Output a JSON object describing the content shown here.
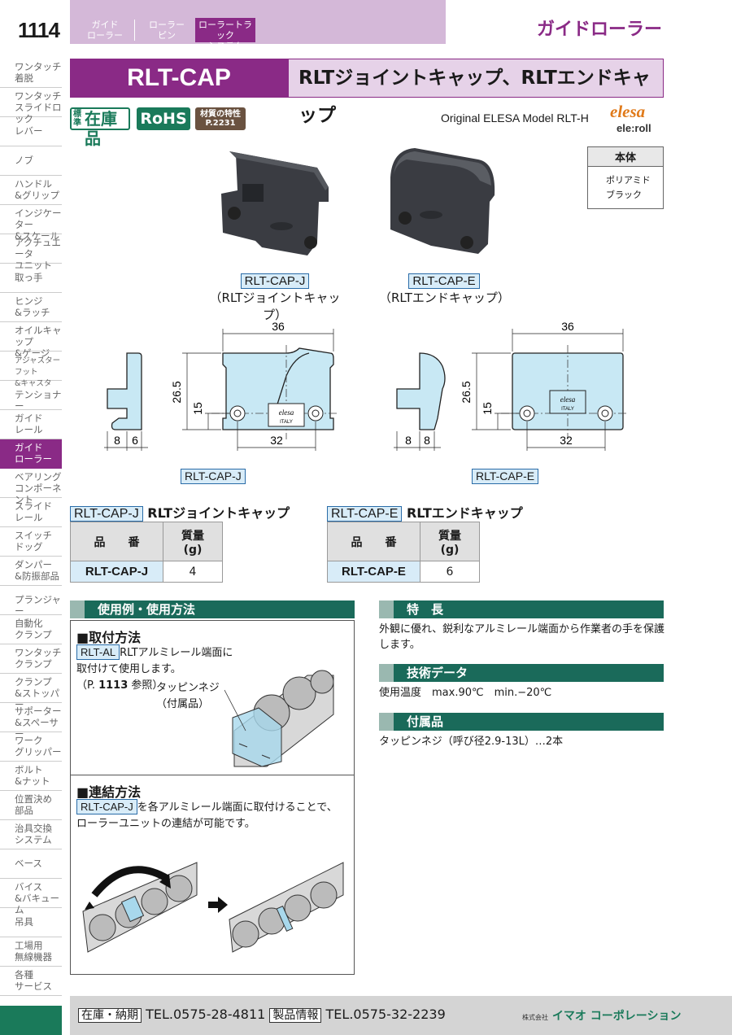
{
  "header": {
    "page_number": "1114",
    "tabs": [
      "ガイド\nローラー",
      "ローラー\nピン",
      "ローラートラック\nシステム"
    ],
    "active_tab": 2,
    "category": "ガイドローラー"
  },
  "sidebar": {
    "items": [
      "ワンタッチ\n着脱",
      "ワンタッチ\nスライドロック",
      "レバー",
      "ノブ",
      "ハンドル\n&グリップ",
      "インジケーター\n&スケール",
      "アクチュエータ\nユニット",
      "取っ手",
      "ヒンジ\n&ラッチ",
      "オイルキャップ\n&ゲージ",
      "アジャスター\nフット\n&キャスタ",
      "テンショナー",
      "ガイド\nレール",
      "ガイド\nローラー",
      "ベアリング\nコンポーネント",
      "スライド\nレール",
      "スイッチ\nドッグ",
      "ダンパー\n&防振部品",
      "プランジャー",
      "自動化\nクランプ",
      "ワンタッチ\nクランプ",
      "クランプ\n&ストッパー",
      "サポーター\n&スペーサー",
      "ワーク\nグリッパー",
      "ボルト\n&ナット",
      "位置決め\n部品",
      "治具交換\nシステム",
      "ベース",
      "バイス\n&バキューム",
      "吊具",
      "工場用\n無線機器",
      "各種\nサービス"
    ],
    "active_index": 13
  },
  "title": {
    "code": "RLT-CAP",
    "name": "RLTジョイントキャップ、RLTエンドキャップ"
  },
  "badges": {
    "stock_small": "標準",
    "stock": "在庫品",
    "rohs": "RoHS",
    "material_line1": "材質の特性",
    "material_line2": "P.2231"
  },
  "original_model": "Original ELESA Model RLT-H",
  "logo": {
    "line1": "elesa",
    "line2": "ele:roll"
  },
  "body_table": {
    "header": "本体",
    "line1": "ポリアミド",
    "line2": "ブラック"
  },
  "products": [
    {
      "code": "RLT-CAP-J",
      "name": "（RLTジョイントキャップ）"
    },
    {
      "code": "RLT-CAP-E",
      "name": "（RLTエンドキャップ）"
    }
  ],
  "drawing_j": {
    "width": "36",
    "height": "26.5",
    "hole": "15",
    "bottom": "32",
    "side1": "8",
    "side2": "6",
    "label": "RLT-CAP-J",
    "mark": "elesa",
    "mark2": "ITALY"
  },
  "drawing_e": {
    "width": "36",
    "height": "26.5",
    "hole": "15",
    "bottom": "32",
    "side1": "8",
    "side2": "8",
    "label": "RLT-CAP-E",
    "mark": "elesa",
    "mark2": "ITALY"
  },
  "table_j": {
    "code_label": "RLT-CAP-J",
    "title": "RLTジョイントキャップ",
    "col1": "品　　番",
    "col2_line1": "質量",
    "col2_line2": "(g)",
    "row_code": "RLT-CAP-J",
    "row_mass": "4"
  },
  "table_e": {
    "code_label": "RLT-CAP-E",
    "title": "RLTエンドキャップ",
    "col1": "品　　番",
    "col2_line1": "質量",
    "col2_line2": "(g)",
    "row_code": "RLT-CAP-E",
    "row_mass": "6"
  },
  "usage": {
    "header": "使用例・使用方法",
    "mount_title": "■取付方法",
    "mount_code": "RLT-AL",
    "mount_text1": "RLTアルミレール端面に",
    "mount_text2": "取付けて使用します。",
    "mount_ref_prefix": "（P. ",
    "mount_ref_page": "1113",
    "mount_ref_suffix": " 参照）",
    "screw_label1": "タッピンネジ",
    "screw_label2": "（付属品）",
    "connect_title": "■連結方法",
    "connect_code": "RLT-CAP-J",
    "connect_text1": "を各アルミレール端面に取付けることで、",
    "connect_text2": "ローラーユニットの連結が可能です。"
  },
  "features": {
    "header": "特　長",
    "text": "外観に優れ、鋭利なアルミレール端面から作業者の手を保護します。"
  },
  "technical": {
    "header": "技術データ",
    "text": "使用温度　max.90℃　min.−20℃"
  },
  "accessories": {
    "header": "付属品",
    "text": "タッピンネジ（呼び径2.9-13L）…2本"
  },
  "footer": {
    "stock_label": "在庫・納期",
    "stock_tel": "TEL.0575-28-4811",
    "info_label": "製品情報",
    "info_tel": "TEL.0575-32-2239",
    "company_prefix": "株式会社",
    "company": "イマオ コーポレーション"
  }
}
